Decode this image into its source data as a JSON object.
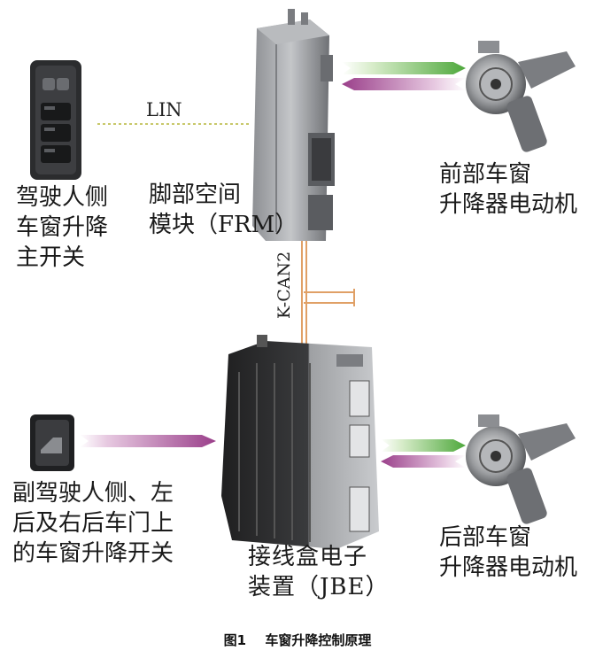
{
  "bus": {
    "lin": "LIN",
    "kcan2": "K-CAN2"
  },
  "labels": {
    "driver_switch": "驾驶人侧\n车窗升降\n主开关",
    "frm": "脚部空间\n模块（FRM）",
    "front_motor": "前部车窗\n升降器电动机",
    "passenger_switch": "副驾驶人侧、左\n后及右后车门上\n的车窗升降开关",
    "jbe": "接线盒电子\n装置（JBE）",
    "rear_motor": "后部车窗\n升降器电动机"
  },
  "caption": {
    "number": "图1",
    "title": "车窗升降控制原理"
  },
  "colors": {
    "green_arrow": "#5cb04a",
    "purple_arrow": "#a1468f",
    "bus_orange": "#e0a066",
    "lin_line": "#c8c86a"
  }
}
